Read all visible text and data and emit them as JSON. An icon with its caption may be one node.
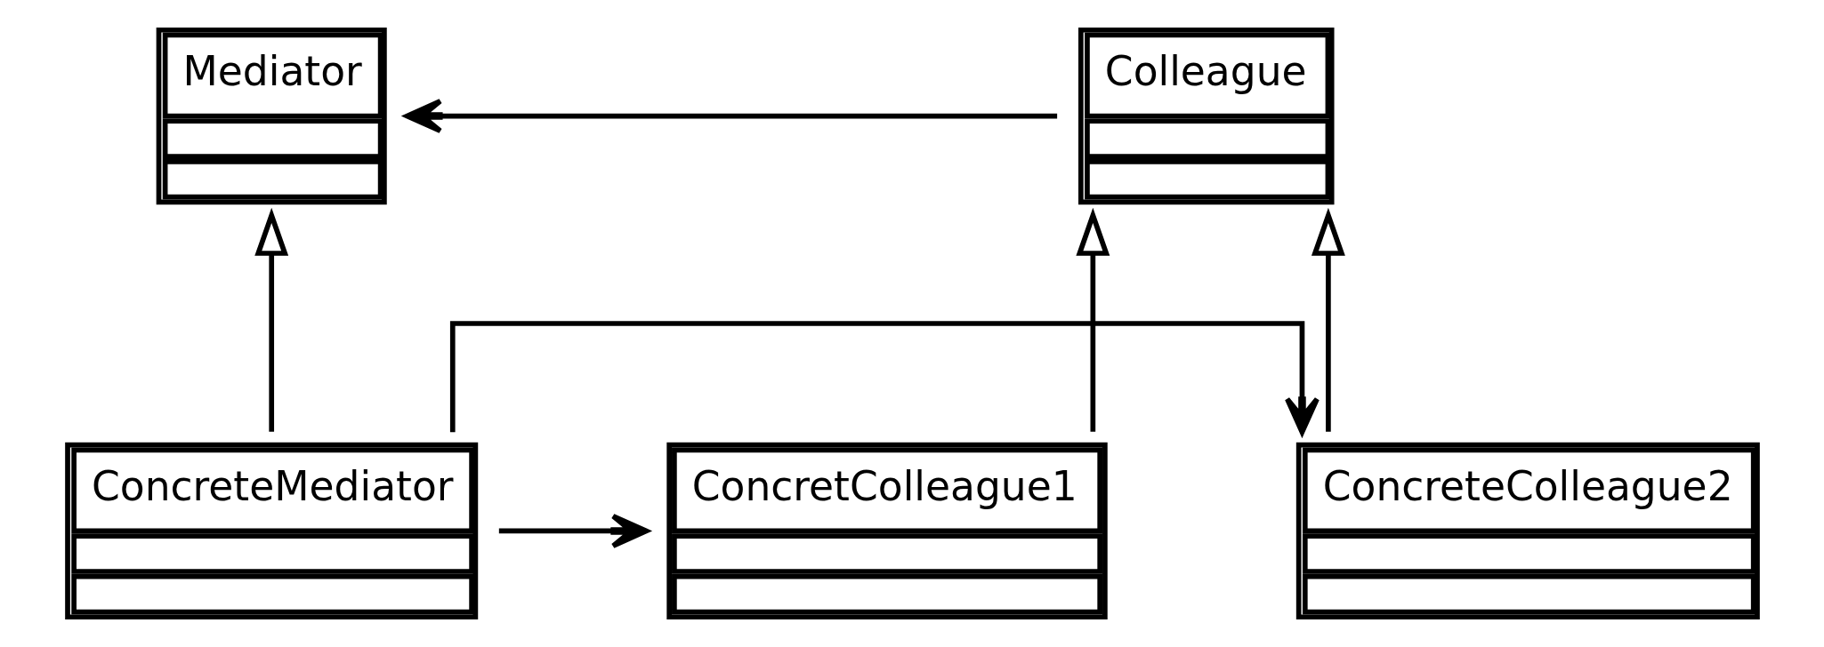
{
  "diagram": {
    "nodes": [
      {
        "text": [
          "Mediator"
        ]
      },
      {
        "text": [
          "Colleague"
        ]
      },
      {
        "text": [
          "ConcreteMediator"
        ]
      },
      {
        "text": [
          "ConcretColleague1"
        ]
      },
      {
        "text": [
          "ConcreteColleague2"
        ]
      }
    ],
    "edges": [
      {
        "from": 1,
        "to": 0,
        "arrow": "to"
      },
      {
        "from": 2,
        "to": 0,
        "arrow": "to"
      },
      {
        "from": 3,
        "to": 1,
        "arrow": "to"
      },
      {
        "from": 4,
        "to": 1,
        "arrow": "to"
      },
      {
        "from": 2,
        "to": 3,
        "arrow": "to"
      },
      {
        "from": 2,
        "to": 4,
        "arrow": "to"
      }
    ]
  }
}
